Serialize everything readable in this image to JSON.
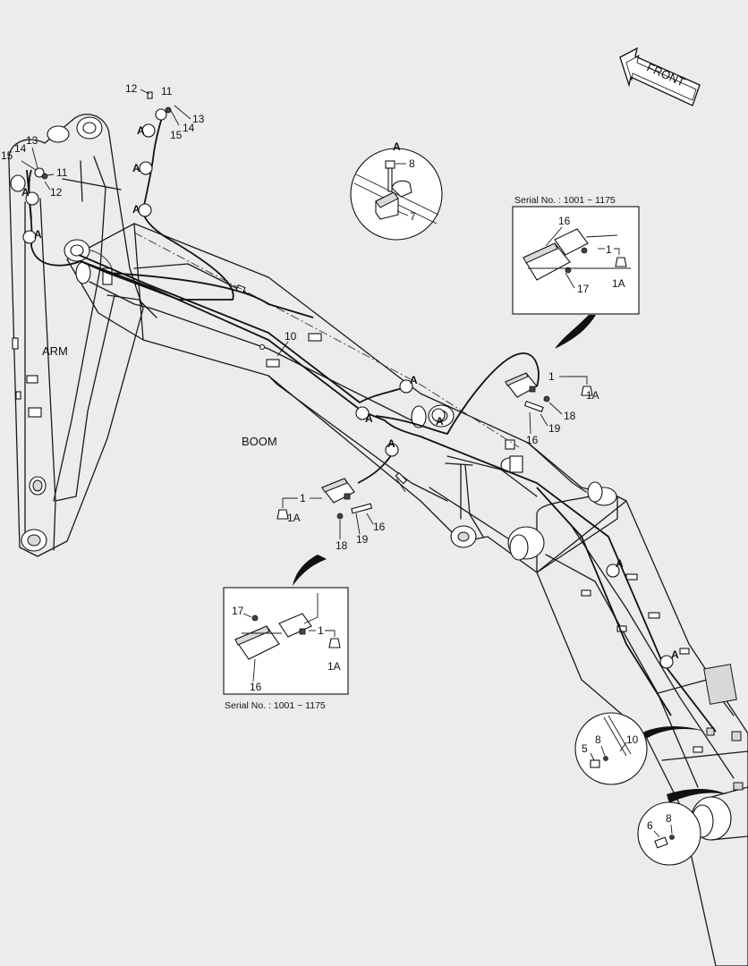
{
  "labels": {
    "arm": "ARM",
    "boom": "BOOM",
    "front": "FRONT",
    "detail_a": "A",
    "serial_top": "Serial No. : 1001 ~ 1175",
    "serial_bottom": "Serial No. : 1001 ~ 1175"
  },
  "part_numbers": {
    "p1": "1",
    "p1a": "1A",
    "p5": "5",
    "p6": "6",
    "p7": "7",
    "p8": "8",
    "p10": "10",
    "p11": "11",
    "p12": "12",
    "p13": "13",
    "p14": "14",
    "p15": "15",
    "p16": "16",
    "p17": "17",
    "p18": "18",
    "p19": "19"
  },
  "clamp_marker": "A"
}
